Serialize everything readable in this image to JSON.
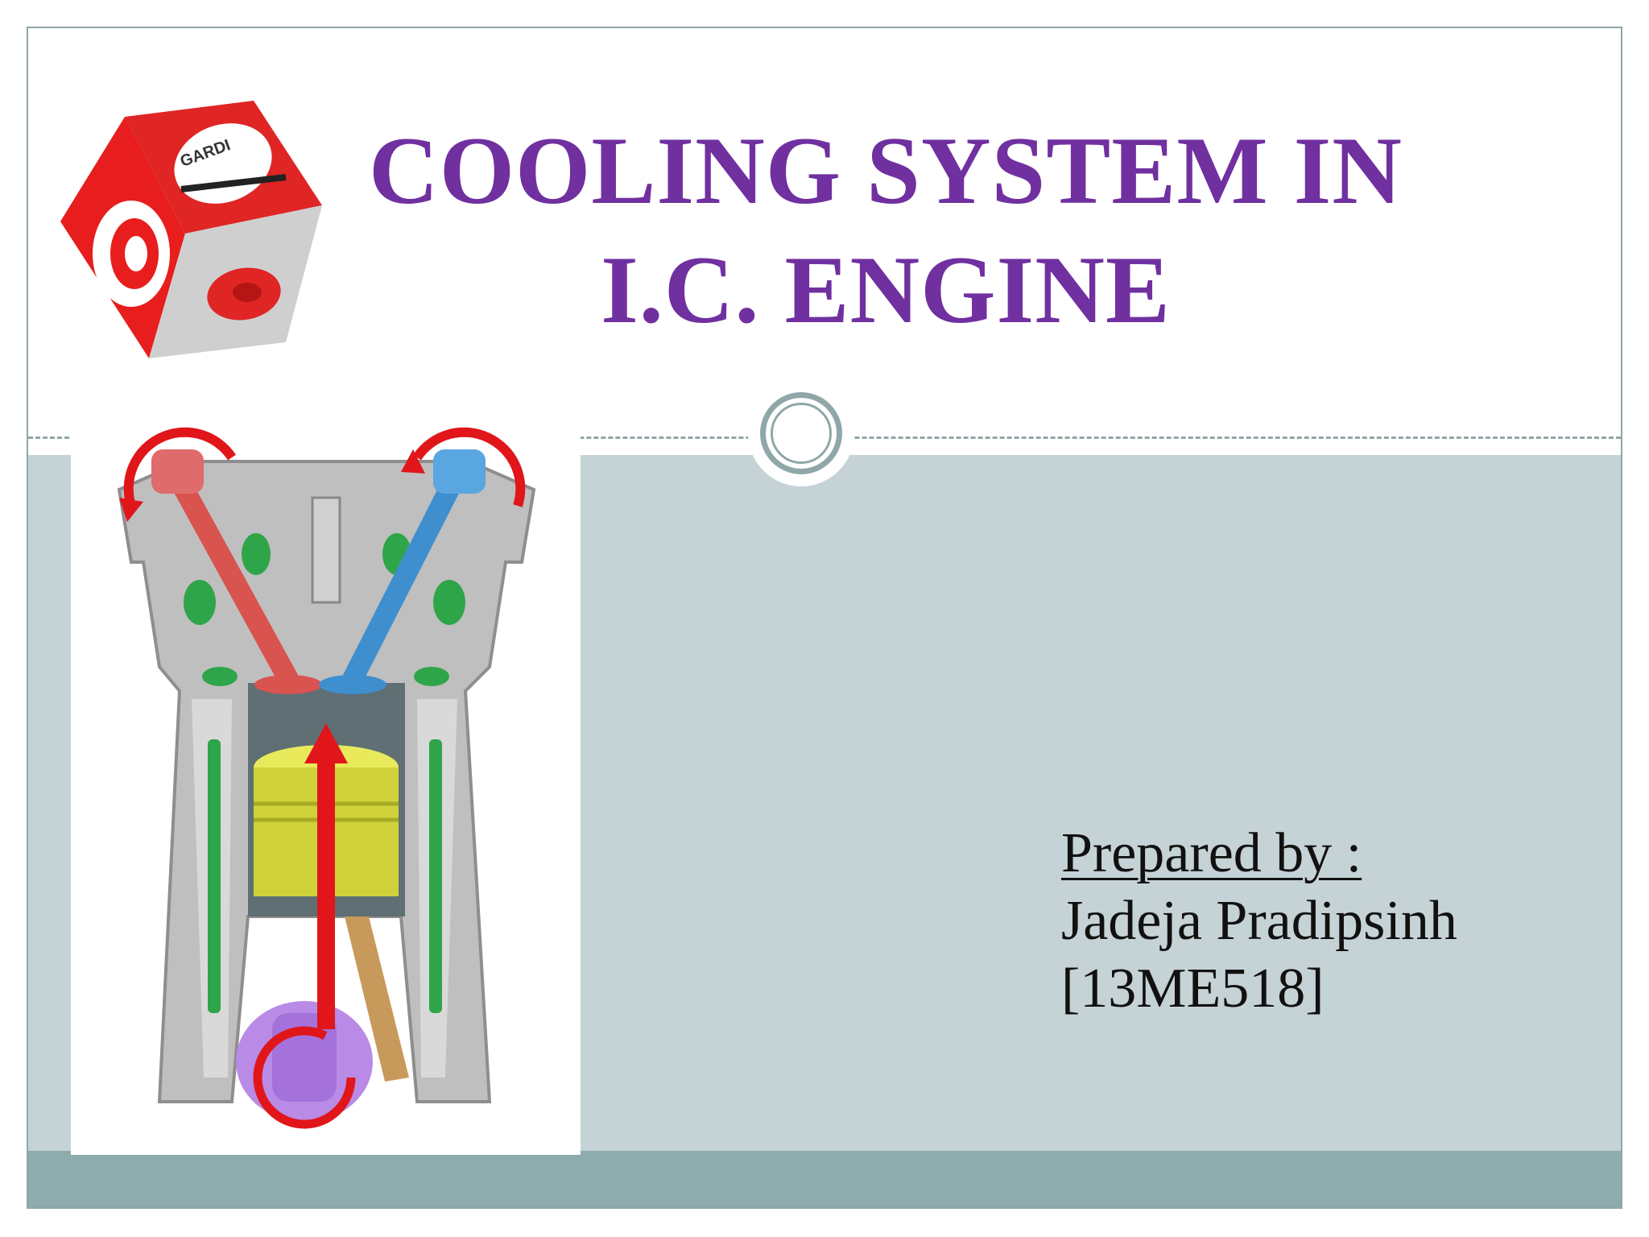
{
  "slide": {
    "title_line1": "COOLING SYSTEM IN",
    "title_line2": "I.C. ENGINE",
    "prepared_label": "Prepared by :",
    "author_name": "Jadeja Pradipsinh",
    "author_id": "[13ME518]"
  },
  "logo": {
    "text_top": "GARDI",
    "icon": "red-cube-logo-icon"
  },
  "illustration": {
    "icon": "engine-cylinder-cutaway-icon"
  },
  "colors": {
    "title": "#7030a0",
    "panel": "#c5d2d6",
    "footer": "#8eabad",
    "frame": "#8fa7a8"
  }
}
